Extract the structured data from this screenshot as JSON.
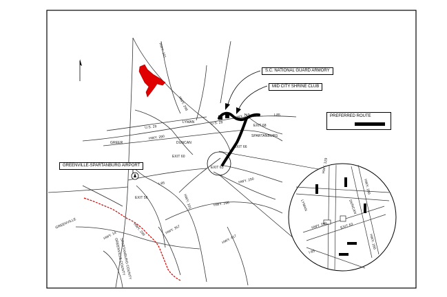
{
  "legend": {
    "title": "PREFERRED ROUTE"
  },
  "callouts": {
    "armory": "S.C. NATIONAL GUARD ARMORY",
    "shrine_club": "MID CITY SHRINE CLUB",
    "airport": "GREENVILLE-SPARTANBURG AIRPORT"
  },
  "roads": {
    "hwy_101": "HWY. 101",
    "hwy_296_top": "HWY. 296",
    "hwy_129": "HWY. 129",
    "us_29_left": "U.S. 29",
    "us_29_right": "U.S. 29",
    "hwy_290": "HWY. 290",
    "i85_top": "I-85",
    "i85_left": "I-85",
    "hwy_101_mid": "HWY. 101",
    "hwy_296_mid": "HWY. 296",
    "hwy_290_right": "HWY. 290",
    "hwy_417": "HWY. 417",
    "hwy_14": "HWY. 14",
    "hwy_357": "HWY. 357",
    "hwy_296_bottom": "HWY. 296",
    "lyman": "LYMAN",
    "duncan": "DUNCAN",
    "greer": "GREER",
    "spartanburg": "SPARTANBURG",
    "greenville": "GREENVILLE",
    "greenville_county": "GREENVILLE COUNTY",
    "spartanburg_county": "SPARTANBURG COUNTY",
    "exit_63": "EXIT 63",
    "exit_66": "EXIT 66",
    "exit_68": "EXIT 68",
    "exit_60": "EXIT 60",
    "exit_56": "EXIT 56"
  },
  "inset_labels": [
    "HWY. 290",
    "I-85",
    "HWY. 129",
    "HWY. 290",
    "LYMAN",
    "DUNCAN",
    "EXIT 63",
    "HWY. 290"
  ],
  "colors": {
    "route": "#000000",
    "lake": "#e00000",
    "county_line": "#d40000",
    "road": "#333333"
  },
  "icons": {
    "north_arrow": "north-arrow-icon",
    "airport": "airport-icon"
  }
}
